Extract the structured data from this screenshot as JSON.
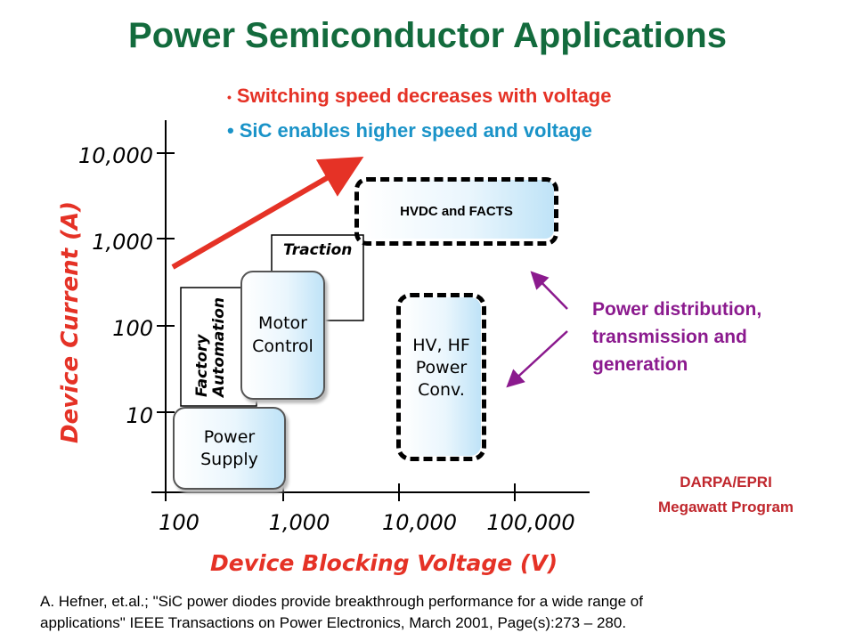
{
  "title": "Power Semiconductor Applications",
  "bullets": [
    {
      "text": "Switching speed decreases with voltage",
      "color": "#e53226"
    },
    {
      "text": "SiC enables higher speed and voltage",
      "color": "#1a93c8"
    }
  ],
  "bullet_glyph": "•",
  "axes": {
    "y_title": "Device Current (A)",
    "x_title": "Device Blocking Voltage (V)",
    "y_ticks": [
      "10",
      "100",
      "1,000",
      "10,000"
    ],
    "x_ticks": [
      "100",
      "1,000",
      "10,000",
      "100,000"
    ]
  },
  "regions": {
    "hvdc": "HVDC and FACTS",
    "traction": "Traction",
    "factory_1": "Factory",
    "factory_2": "Automation",
    "motor_1": "Motor",
    "motor_2": "Control",
    "power_supply_1": "Power",
    "power_supply_2": "Supply",
    "hv_1": "HV, HF",
    "hv_2": "Power",
    "hv_3": "Conv."
  },
  "annotation": [
    "Power distribution,",
    "transmission and",
    "generation"
  ],
  "program": [
    "DARPA/EPRI",
    "Megawatt Program"
  ],
  "citation": [
    "A. Hefner, et.al.; \"SiC power diodes provide breakthrough performance for a wide range of",
    "applications\"  IEEE Transactions on Power Electronics,   March 2001, Page(s):273 – 280."
  ],
  "colors": {
    "title": "#136b3d",
    "accent_red": "#e53226",
    "accent_blue": "#1a93c8",
    "annotation_purple": "#8b1a8e",
    "program_red": "#c0272d"
  },
  "icons": {
    "trend_arrow": "red-arrow-up-right",
    "annotation_arrows": "purple-arrows-pointing-left"
  }
}
